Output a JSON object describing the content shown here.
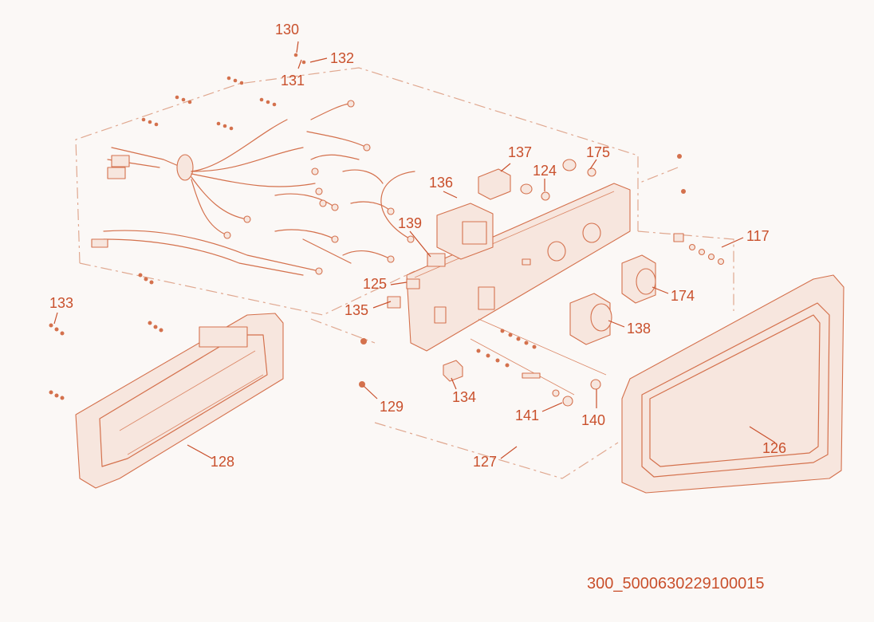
{
  "reference_code": "300_5000630229100015",
  "callouts": {
    "c130": "130",
    "c131": "131",
    "c132": "132",
    "c133": "133",
    "c117": "117",
    "c124": "124",
    "c125": "125",
    "c126": "126",
    "c127": "127",
    "c128": "128",
    "c129": "129",
    "c134": "134",
    "c135": "135",
    "c136": "136",
    "c137": "137",
    "c138": "138",
    "c139": "139",
    "c140": "140",
    "c141": "141",
    "c174": "174",
    "c175": "175"
  },
  "colors": {
    "line": "#d4714d",
    "label": "#c9502c",
    "background": "#fbf8f6"
  }
}
